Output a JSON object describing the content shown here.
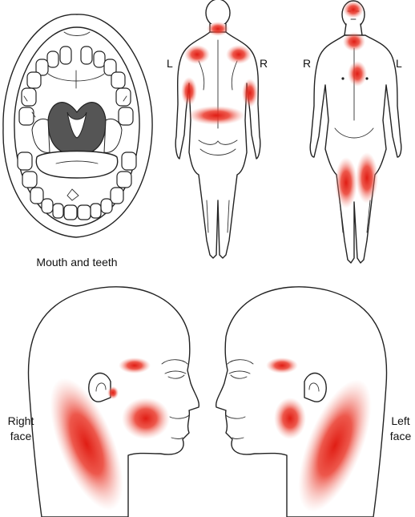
{
  "labels": {
    "mouth_caption": "Mouth and teeth",
    "back_left": "L",
    "back_right": "R",
    "front_right": "R",
    "front_left": "L",
    "right_face_1": "Right",
    "right_face_2": "face",
    "left_face_1": "Left",
    "left_face_2": "face"
  },
  "colors": {
    "pain_red": "#e8281e",
    "outline": "#222222",
    "throat": "#555555",
    "background": "#ffffff"
  }
}
